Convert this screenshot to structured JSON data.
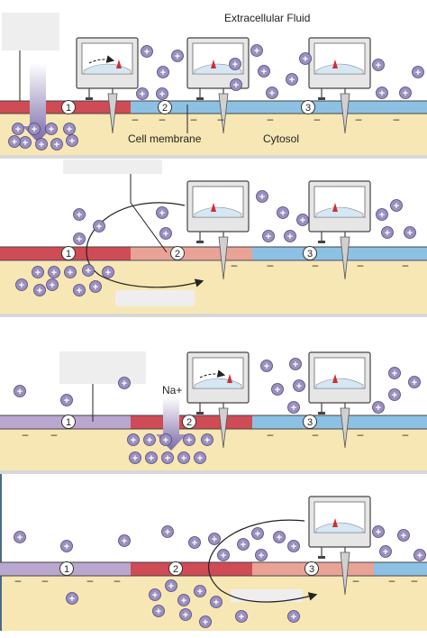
{
  "title": "Extracellular Fluid",
  "labels": {
    "cell_membrane": "Cell membrane",
    "cytosol": "Cytosol",
    "na_plus": "Na+"
  },
  "segment_numbers": [
    "1",
    "2",
    "3"
  ],
  "ion_symbols": {
    "positive": "+",
    "negative": "–"
  },
  "panels": [
    {
      "id": "panel-1",
      "segment_states": [
        "depolarized",
        "resting",
        "resting"
      ],
      "meter_deflected": [
        true,
        false,
        false
      ]
    },
    {
      "id": "panel-2",
      "segment_states": [
        "depolarized",
        "partially-depolarized",
        "resting"
      ],
      "meter_deflected": [
        false,
        false
      ]
    },
    {
      "id": "panel-3",
      "segment_states": [
        "repolarizing",
        "depolarized",
        "resting"
      ],
      "meter_deflected": [
        true,
        false
      ]
    },
    {
      "id": "panel-4",
      "segment_states": [
        "repolarizing",
        "depolarized",
        "partially-depolarized"
      ],
      "meter_deflected": [
        false
      ]
    }
  ],
  "colors": {
    "extracellular": "#ffffff",
    "cytosol": "#f7e7b4",
    "resting_membrane": "#8cc1e3",
    "depolarized_membrane": "#cf4b55",
    "partial_membrane": "#e9a396",
    "repolarizing_membrane": "#b9a7cf",
    "ion_fill": "#9a8fbf",
    "arrow": "#7b6aa8",
    "label_box": "#eeeeee",
    "panel_divider": "#d8d8d8"
  },
  "icons": [
    "voltmeter-icon",
    "electrode-icon",
    "sodium-influx-arrow-icon",
    "current-arrow-icon"
  ]
}
